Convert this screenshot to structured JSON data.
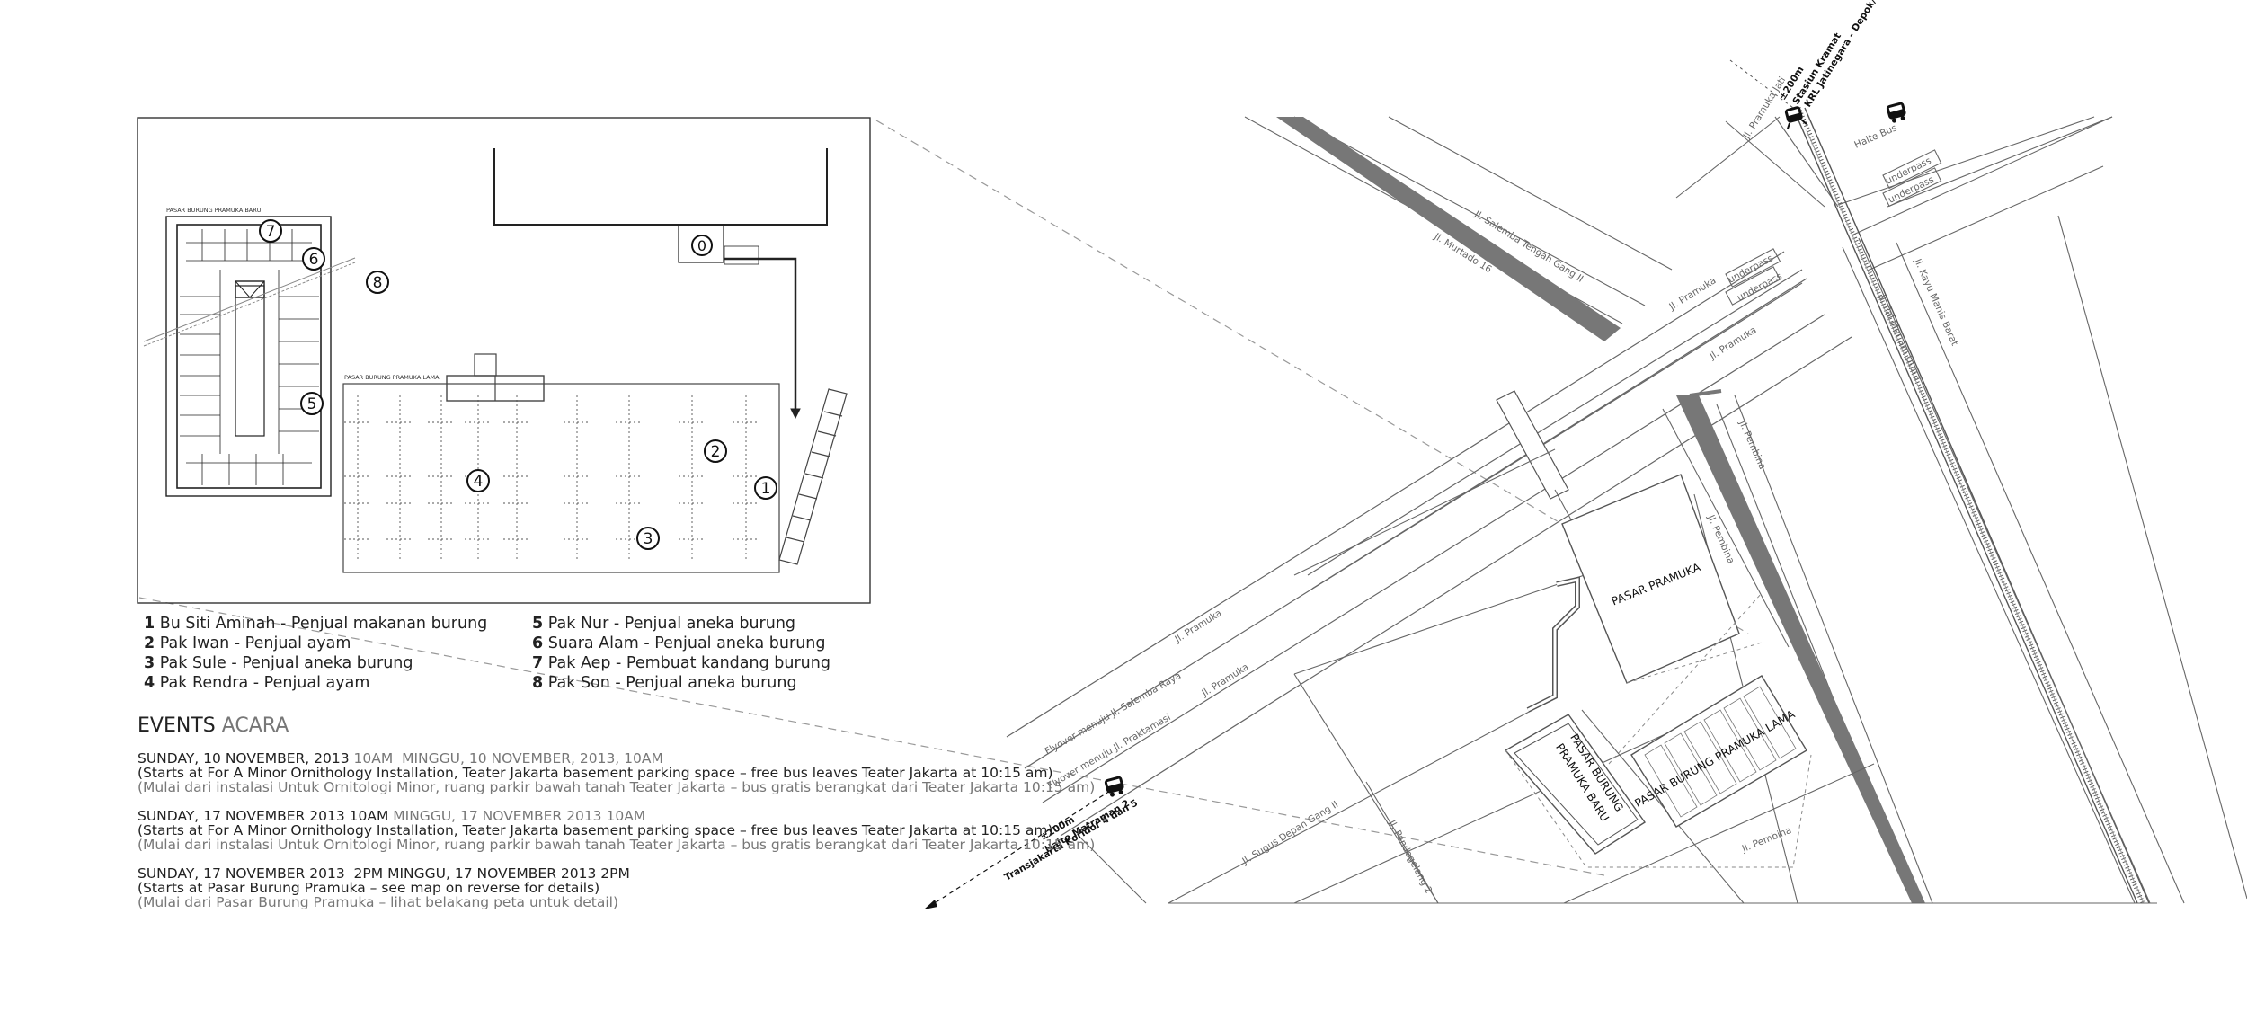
{
  "legend": [
    {
      "num": "1",
      "name": "Bu Siti Aminah - Penjual makanan burung"
    },
    {
      "num": "2",
      "name": "Pak Iwan - Penjual ayam"
    },
    {
      "num": "3",
      "name": "Pak Sule - Penjual aneka burung"
    },
    {
      "num": "4",
      "name": "Pak Rendra - Penjual ayam"
    },
    {
      "num": "5",
      "name": "Pak Nur - Penjual aneka burung"
    },
    {
      "num": "6",
      "name": "Suara Alam - Penjual aneka burung"
    },
    {
      "num": "7",
      "name": "Pak Aep - Pembuat kandang burung"
    },
    {
      "num": "8",
      "name": "Pak Son - Penjual aneka burung"
    }
  ],
  "events": {
    "title_en": "EVENTS",
    "title_id": "ACARA",
    "items": [
      {
        "date_en": "SUNDAY, 10 NOVEMBER, 2013",
        "time_en": "10AM",
        "date_id": "MINGGU, 10 NOVEMBER, 2013, 10AM",
        "desc_en": "(Starts at For A Minor Ornithology Installation, Teater Jakarta basement parking space – free bus leaves Teater Jakarta at 10:15 am)",
        "desc_id": "(Mulai dari instalasi Untuk Ornitologi Minor, ruang parkir bawah tanah Teater Jakarta – bus gratis berangkat dari Teater Jakarta 10:15 am)"
      },
      {
        "date_en": "SUNDAY, 17 NOVEMBER 2013",
        "time_en": "10AM",
        "date_id": "MINGGU, 17 NOVEMBER 2013 10AM",
        "desc_en": "(Starts at For A Minor Ornithology Installation, Teater Jakarta basement parking space – free bus leaves Teater Jakarta at 10:15 am)",
        "desc_id": "(Mulai dari instalasi Untuk Ornitologi Minor, ruang parkir bawah tanah Teater Jakarta – bus gratis berangkat dari Teater Jakarta 10:15 am)"
      },
      {
        "date_en": "SUNDAY, 17 NOVEMBER 2013",
        "time_en": "2PM",
        "date_id": "MINGGU, 17 NOVEMBER 2013 2PM",
        "desc_en": "(Starts at Pasar Burung Pramuka – see map on reverse for details)",
        "desc_id": "(Mulai dari Pasar Burung Pramuka – lihat belakang peta untuk detail)"
      }
    ]
  },
  "inset": {
    "baru_label": "PASAR BURUNG PRAMUKA BARU",
    "lama_label": "PASAR BURUNG PRAMUKA LAMA",
    "markers": [
      "0",
      "1",
      "2",
      "3",
      "4",
      "5",
      "6",
      "7",
      "8"
    ]
  },
  "map": {
    "streets": [
      "Jl. Salemba Tengah Gang II",
      "Jl. Murtado 16",
      "Jl. Pramuka Jati",
      "Jl. Pramuka",
      "Jl. Pramuka",
      "Jl. Pramuka",
      "Jl. Pramuka",
      "Jl. Pal Meriam Utara",
      "Jl. Kayu Manis Barat",
      "Jl. Pembina",
      "Jl. Pembina",
      "Jl. Pembina",
      "Jl. Sugus Depan Gang II",
      "Jl. Pandegelang 2",
      "Flyover menuju Jl. Salemba Raya",
      "Flyover menuju Jl. Praktamasi"
    ],
    "underpass_labels": [
      "underpass",
      "underpass",
      "underpass",
      "underpass"
    ],
    "buildings": {
      "pasar_pramuka": "PASAR PRAMUKA",
      "baru": [
        "PASAR BURUNG",
        "PRAMUKA BARU"
      ],
      "lama": "PASAR BURUNG PRAMUKA LAMA"
    },
    "halte_bus": "Halte Bus",
    "station": {
      "distance": "±200m",
      "line1": "Stasiun Kramat",
      "line2": "KRL Jatinegara - Depok/Bogor"
    },
    "transjakarta": {
      "distance": "±100m",
      "line1": "Halte Matraman 2",
      "line2": "Transjakarta Koridor 4 dan 5"
    }
  }
}
